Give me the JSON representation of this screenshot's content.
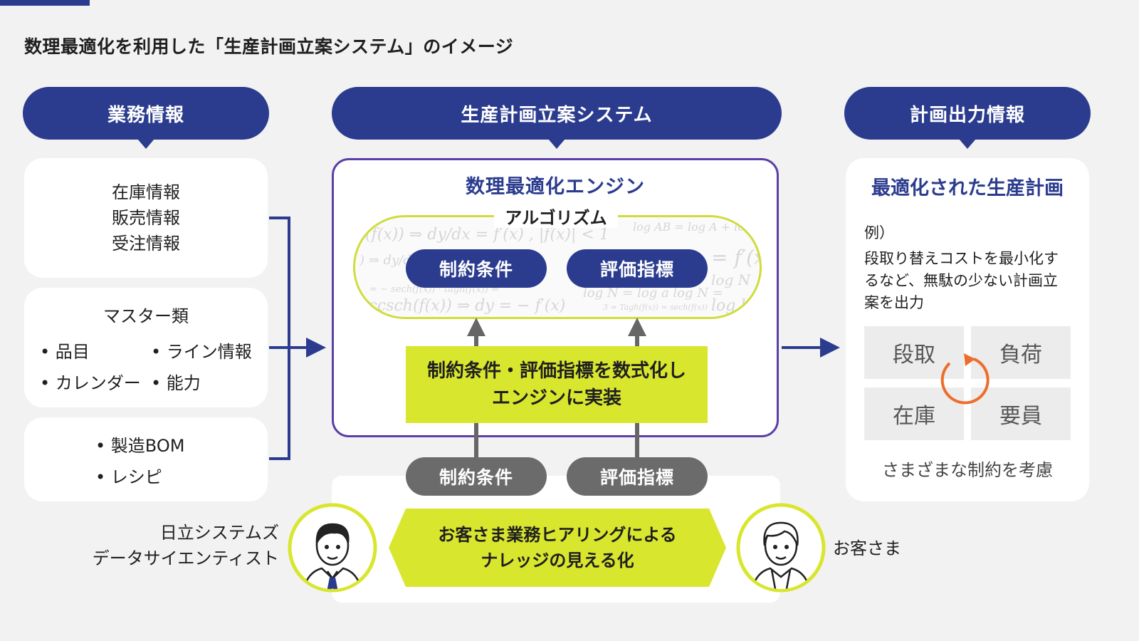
{
  "title": "数理最適化を利用した「生産計画立案システム」のイメージ",
  "colors": {
    "navy": "#2b3c8f",
    "lime": "#d9e62e",
    "gray": "#6b6b6b",
    "orange": "#ee6d2b",
    "purple": "#5a3fa8"
  },
  "left": {
    "header": "業務情報",
    "card1": [
      "在庫情報",
      "販売情報",
      "受注情報"
    ],
    "card2": {
      "title": "マスター類",
      "items": [
        "品目",
        "ライン情報",
        "カレンダー",
        "能力"
      ]
    },
    "card3": [
      "製造BOM",
      "レシピ"
    ]
  },
  "center": {
    "header": "生産計画立案システム",
    "engine_title": "数理最適化エンジン",
    "algorithm_label": "アルゴリズム",
    "constraint": "制約条件",
    "evaluation": "評価指標",
    "implement_line1": "制約条件・評価指標を数式化し",
    "implement_line2": "エンジンに実装",
    "bottom_constraint": "制約条件",
    "bottom_evaluation": "評価指標",
    "hearing_line1": "お客さま業務ヒアリングによる",
    "hearing_line2": "ナレッジの見える化"
  },
  "right": {
    "header": "計画出力情報",
    "title": "最適化された生産計画",
    "example": "例）",
    "desc": [
      "段取り替えコストを最小化す",
      "るなど、無駄の少ない計画立",
      "案を出力"
    ],
    "grid": [
      "段取",
      "負荷",
      "在庫",
      "要員"
    ],
    "caption": "さまざまな制約を考慮"
  },
  "people": {
    "scientist_line1": "日立システムズ",
    "scientist_line2": "データサイエンティスト",
    "customer": "お客さま"
  }
}
